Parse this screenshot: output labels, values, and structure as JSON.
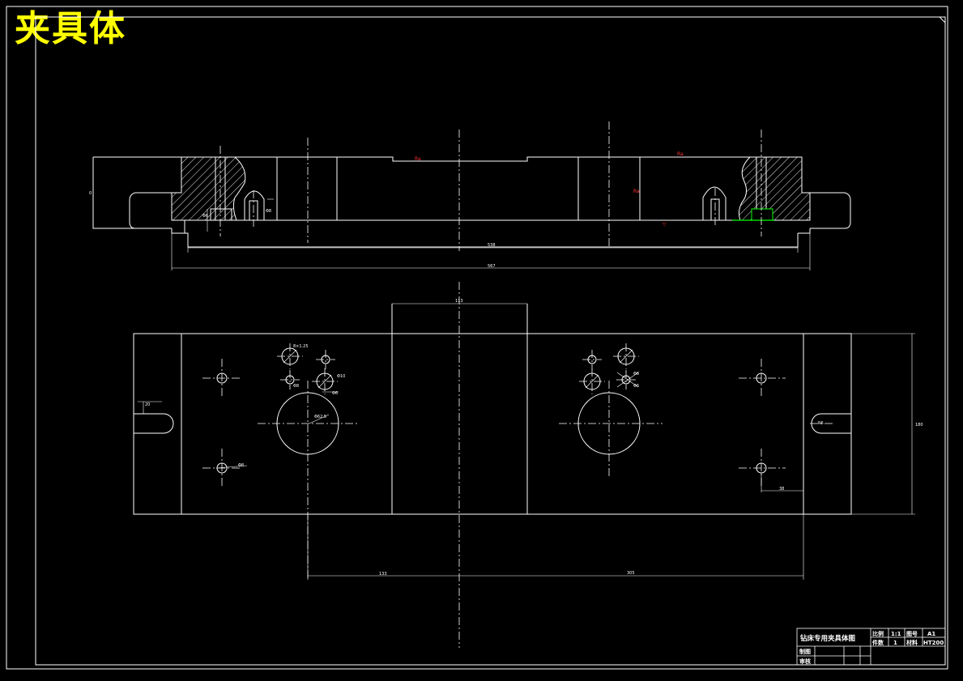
{
  "title": "夹具体",
  "colors": {
    "background": "#000000",
    "line": "#ffffff",
    "title": "#ffff00",
    "roughness": "#ff3333",
    "highlight": "#00ff00"
  },
  "section_view": {
    "dimensions": {
      "inner_length": "538",
      "overall_length": "567",
      "height": "0"
    },
    "annotations": [
      "Φ8",
      "Φ6",
      "▽",
      "Ra"
    ]
  },
  "plan_view": {
    "dimensions": {
      "center_width": "113",
      "left_offset": "133",
      "center_distance": "305",
      "overall_height": "180",
      "slot_width": "20",
      "edge_offset": "38",
      "hole_a": "8×1.25",
      "hole_b": "Φ10",
      "hole_c": "Φ8",
      "hole_d": "Φ6",
      "bore": "Φ62.5",
      "slot_radius": "R6"
    }
  },
  "title_block": {
    "drawing_name": "钻床专用夹具体图",
    "scale_label": "比例",
    "scale_value": "1:1",
    "sheet_label": "图号",
    "sheet_value": "A1",
    "qty_label": "件数",
    "qty_value": "1",
    "material_label": "材料",
    "material_value": "HT200",
    "drawn_label": "制图",
    "checked_label": "审核"
  }
}
